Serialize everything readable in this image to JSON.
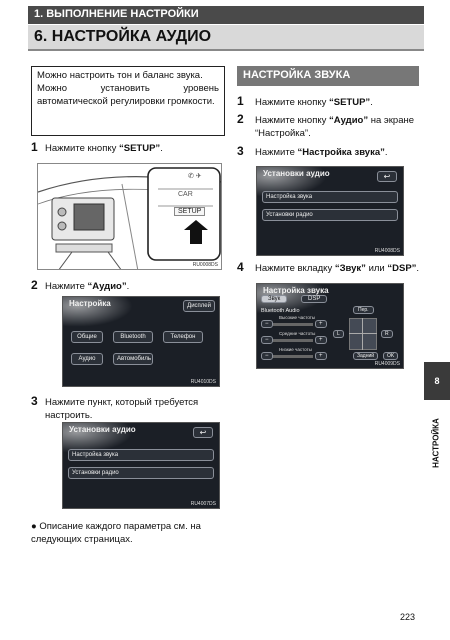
{
  "header": {
    "chapter": "1. ВЫПОЛНЕНИЕ НАСТРОЙКИ",
    "section": "6. НАСТРОЙКА АУДИО"
  },
  "note": {
    "p1": "Можно настроить тон и баланс звука.",
    "p2": "Можно установить уровень автоматической регулировки громкости."
  },
  "left_steps": {
    "s1": {
      "num": "1",
      "pre": "Нажмите кнопку ",
      "bold": "“SETUP”",
      "post": "."
    },
    "s2": {
      "num": "2",
      "pre": "Нажмите ",
      "bold": "“Аудио”",
      "post": "."
    },
    "s3": {
      "num": "3",
      "line1": "Нажмите пункт, который требуется",
      "line2": "настроить."
    }
  },
  "dash_fig": {
    "car_label": "CAR",
    "setup_label": "SETUP",
    "caption": "RU0008DS"
  },
  "setup_screen": {
    "title": "Настройка",
    "display_btn": "Дисплей",
    "items": [
      "Общие",
      "Bluetooth",
      "Телефон",
      "Аудио",
      "Автомобиль"
    ],
    "caption": "RU4010DS"
  },
  "audio_screen_left": {
    "title": "Установки аудио",
    "items": [
      "Настройка звука",
      "Установки радио"
    ],
    "back": "↩",
    "caption": "RU4007DS"
  },
  "right": {
    "subheading": "НАСТРОЙКА ЗВУКА",
    "s1": {
      "num": "1",
      "pre": "Нажмите кнопку ",
      "bold": "“SETUP”",
      "post": "."
    },
    "s2": {
      "num": "2",
      "line1_pre": "Нажмите кнопку ",
      "line1_bold": "“Аудио”",
      "line1_post": " на экране",
      "line2": "“Настройка”."
    },
    "s3": {
      "num": "3",
      "pre": "Нажмите ",
      "bold": "“Настройка звука”",
      "post": "."
    },
    "s4": {
      "num": "4",
      "pre": "Нажмите вкладку ",
      "bold1": "“Звук”",
      "mid": " или ",
      "bold2": "“DSP”",
      "post": "."
    }
  },
  "audio_screen_right": {
    "title": "Установки аудио",
    "items": [
      "Настройка звука",
      "Установки радио"
    ],
    "back": "↩",
    "caption": "RU4008DS"
  },
  "sound_screen": {
    "title": "Настройка звука",
    "tabs": [
      "Звук",
      "DSP"
    ],
    "source": "Bluetooth Audio",
    "rows": [
      "Высокие частоты",
      "Средние частоты",
      "Низкие частоты"
    ],
    "fade_label": "Пер.",
    "rear_label": "Задний",
    "left_label": "L",
    "right_label": "R",
    "ok_label": "OK",
    "caption": "RU4009DS"
  },
  "bullet": {
    "mark": "●",
    "text": "Описание каждого параметра см. на следующих страницах."
  },
  "side": {
    "chapter_num": "8",
    "label": "НАСТРОЙКА"
  },
  "page_number": "223"
}
